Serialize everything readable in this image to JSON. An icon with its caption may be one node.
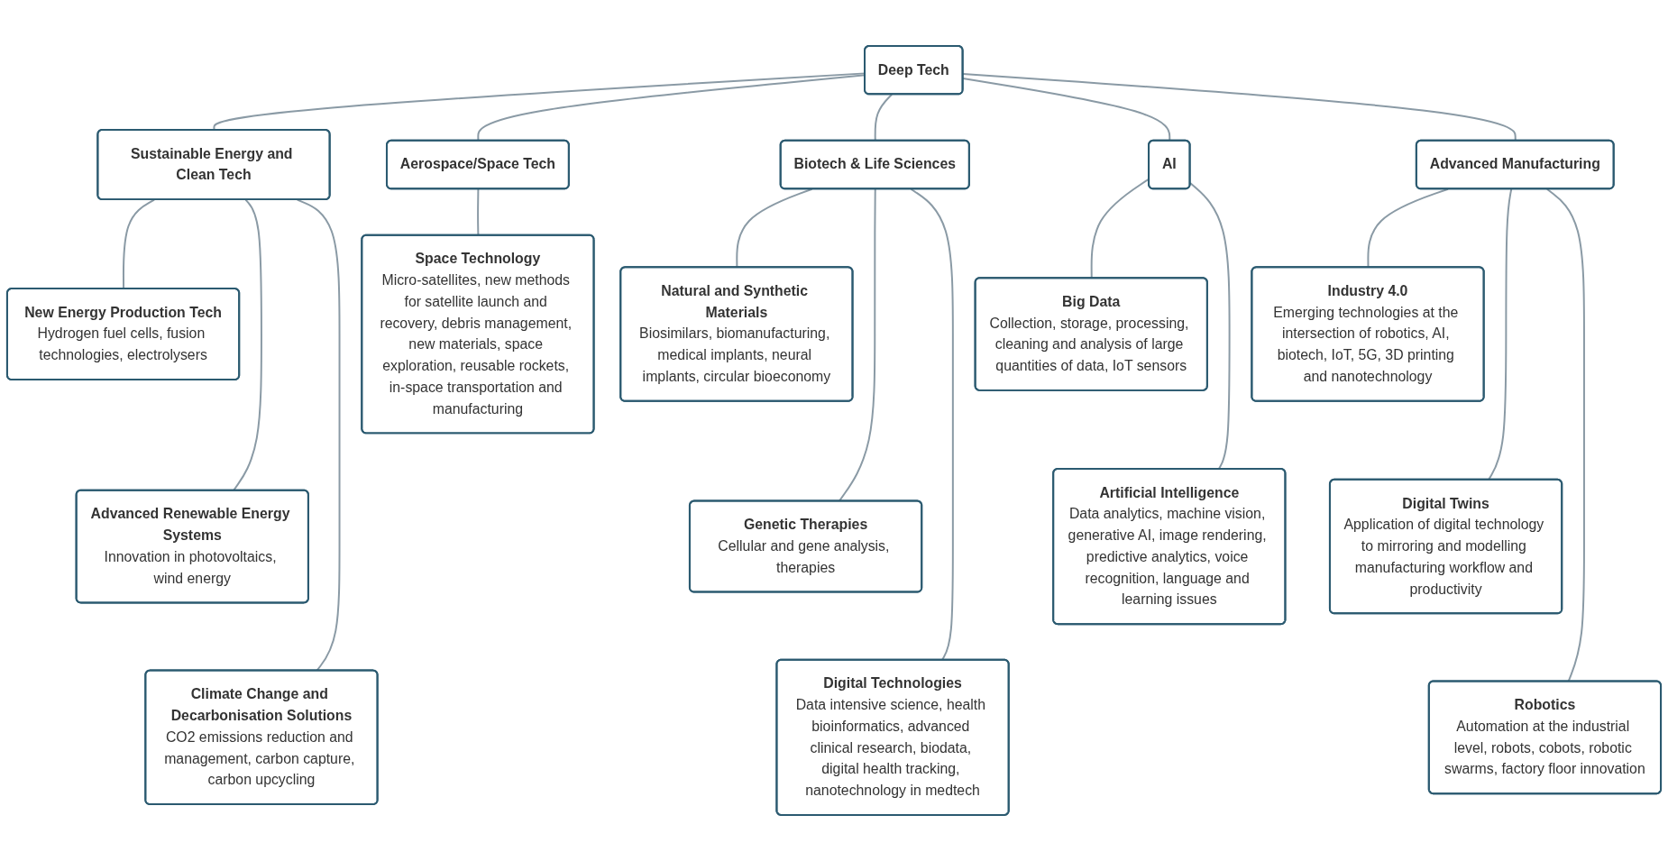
{
  "diagram": {
    "nodes": [
      {
        "text": [
          "Deep Tech"
        ]
      },
      {
        "text": [
          "Sustainable Energy and Clean Tech"
        ]
      },
      {
        "text": [
          "Aerospace/Space Tech"
        ]
      },
      {
        "text": [
          "Biotech & Life Sciences"
        ]
      },
      {
        "text": [
          "AI"
        ]
      },
      {
        "text": [
          "Advanced Manufacturing"
        ]
      },
      {
        "text": [
          "New Energy Production Tech",
          "Hydrogen fuel cells, fusion technologies, electrolysers"
        ]
      },
      {
        "text": [
          "Advanced Renewable Energy Systems",
          "Innovation in photovoltaics, wind energy"
        ]
      },
      {
        "text": [
          "Climate Change and Decarbonisation Solutions",
          "CO2 emissions reduction and management, carbon capture, carbon upcycling"
        ]
      },
      {
        "text": [
          "Space Technology",
          "Micro-satellites, new methods for satellite launch and recovery, debris management, new materials, space exploration, reusable rockets, in-space transportation and manufacturing"
        ]
      },
      {
        "text": [
          "Natural and Synthetic Materials",
          "Biosimilars, biomanufacturing, medical implants, neural implants, circular bioeconomy"
        ]
      },
      {
        "text": [
          "Genetic Therapies",
          "Cellular and gene analysis, therapies"
        ]
      },
      {
        "text": [
          "Digital Technologies",
          "Data intensive science, health bioinformatics, advanced clinical research, biodata, digital health tracking, nanotechnology in medtech"
        ]
      },
      {
        "text": [
          "Big Data",
          "Collection, storage, processing, cleaning and analysis of large quantities of data, IoT sensors"
        ]
      },
      {
        "text": [
          "Artificial Intelligence",
          "Data analytics, machine vision, generative AI, image rendering, predictive analytics, voice recognition, language and learning issues"
        ]
      },
      {
        "text": [
          "Industry 4.0",
          "Emerging technologies at the intersection of robotics, AI, biotech, IoT, 5G, 3D printing and nanotechnology"
        ]
      },
      {
        "text": [
          "Digital Twins",
          "Application of digital technology to mirroring and modelling manufacturing workflow and productivity"
        ]
      },
      {
        "text": [
          "Robotics",
          "Automation at the industrial level, robots, cobots, robotic swarms, factory floor innovation"
        ]
      }
    ],
    "edges": [
      {
        "from": 0,
        "to": 1,
        "arrow": "none"
      },
      {
        "from": 0,
        "to": 2,
        "arrow": "none"
      },
      {
        "from": 0,
        "to": 3,
        "arrow": "none"
      },
      {
        "from": 0,
        "to": 4,
        "arrow": "none"
      },
      {
        "from": 0,
        "to": 5,
        "arrow": "none"
      },
      {
        "from": 1,
        "to": 6,
        "arrow": "none"
      },
      {
        "from": 1,
        "to": 7,
        "arrow": "none"
      },
      {
        "from": 1,
        "to": 8,
        "arrow": "none"
      },
      {
        "from": 2,
        "to": 9,
        "arrow": "none"
      },
      {
        "from": 3,
        "to": 10,
        "arrow": "none"
      },
      {
        "from": 3,
        "to": 11,
        "arrow": "none"
      },
      {
        "from": 3,
        "to": 12,
        "arrow": "none"
      },
      {
        "from": 4,
        "to": 13,
        "arrow": "none"
      },
      {
        "from": 4,
        "to": 14,
        "arrow": "none"
      },
      {
        "from": 5,
        "to": 15,
        "arrow": "none"
      },
      {
        "from": 5,
        "to": 16,
        "arrow": "none"
      },
      {
        "from": 5,
        "to": 17,
        "arrow": "none"
      }
    ]
  }
}
